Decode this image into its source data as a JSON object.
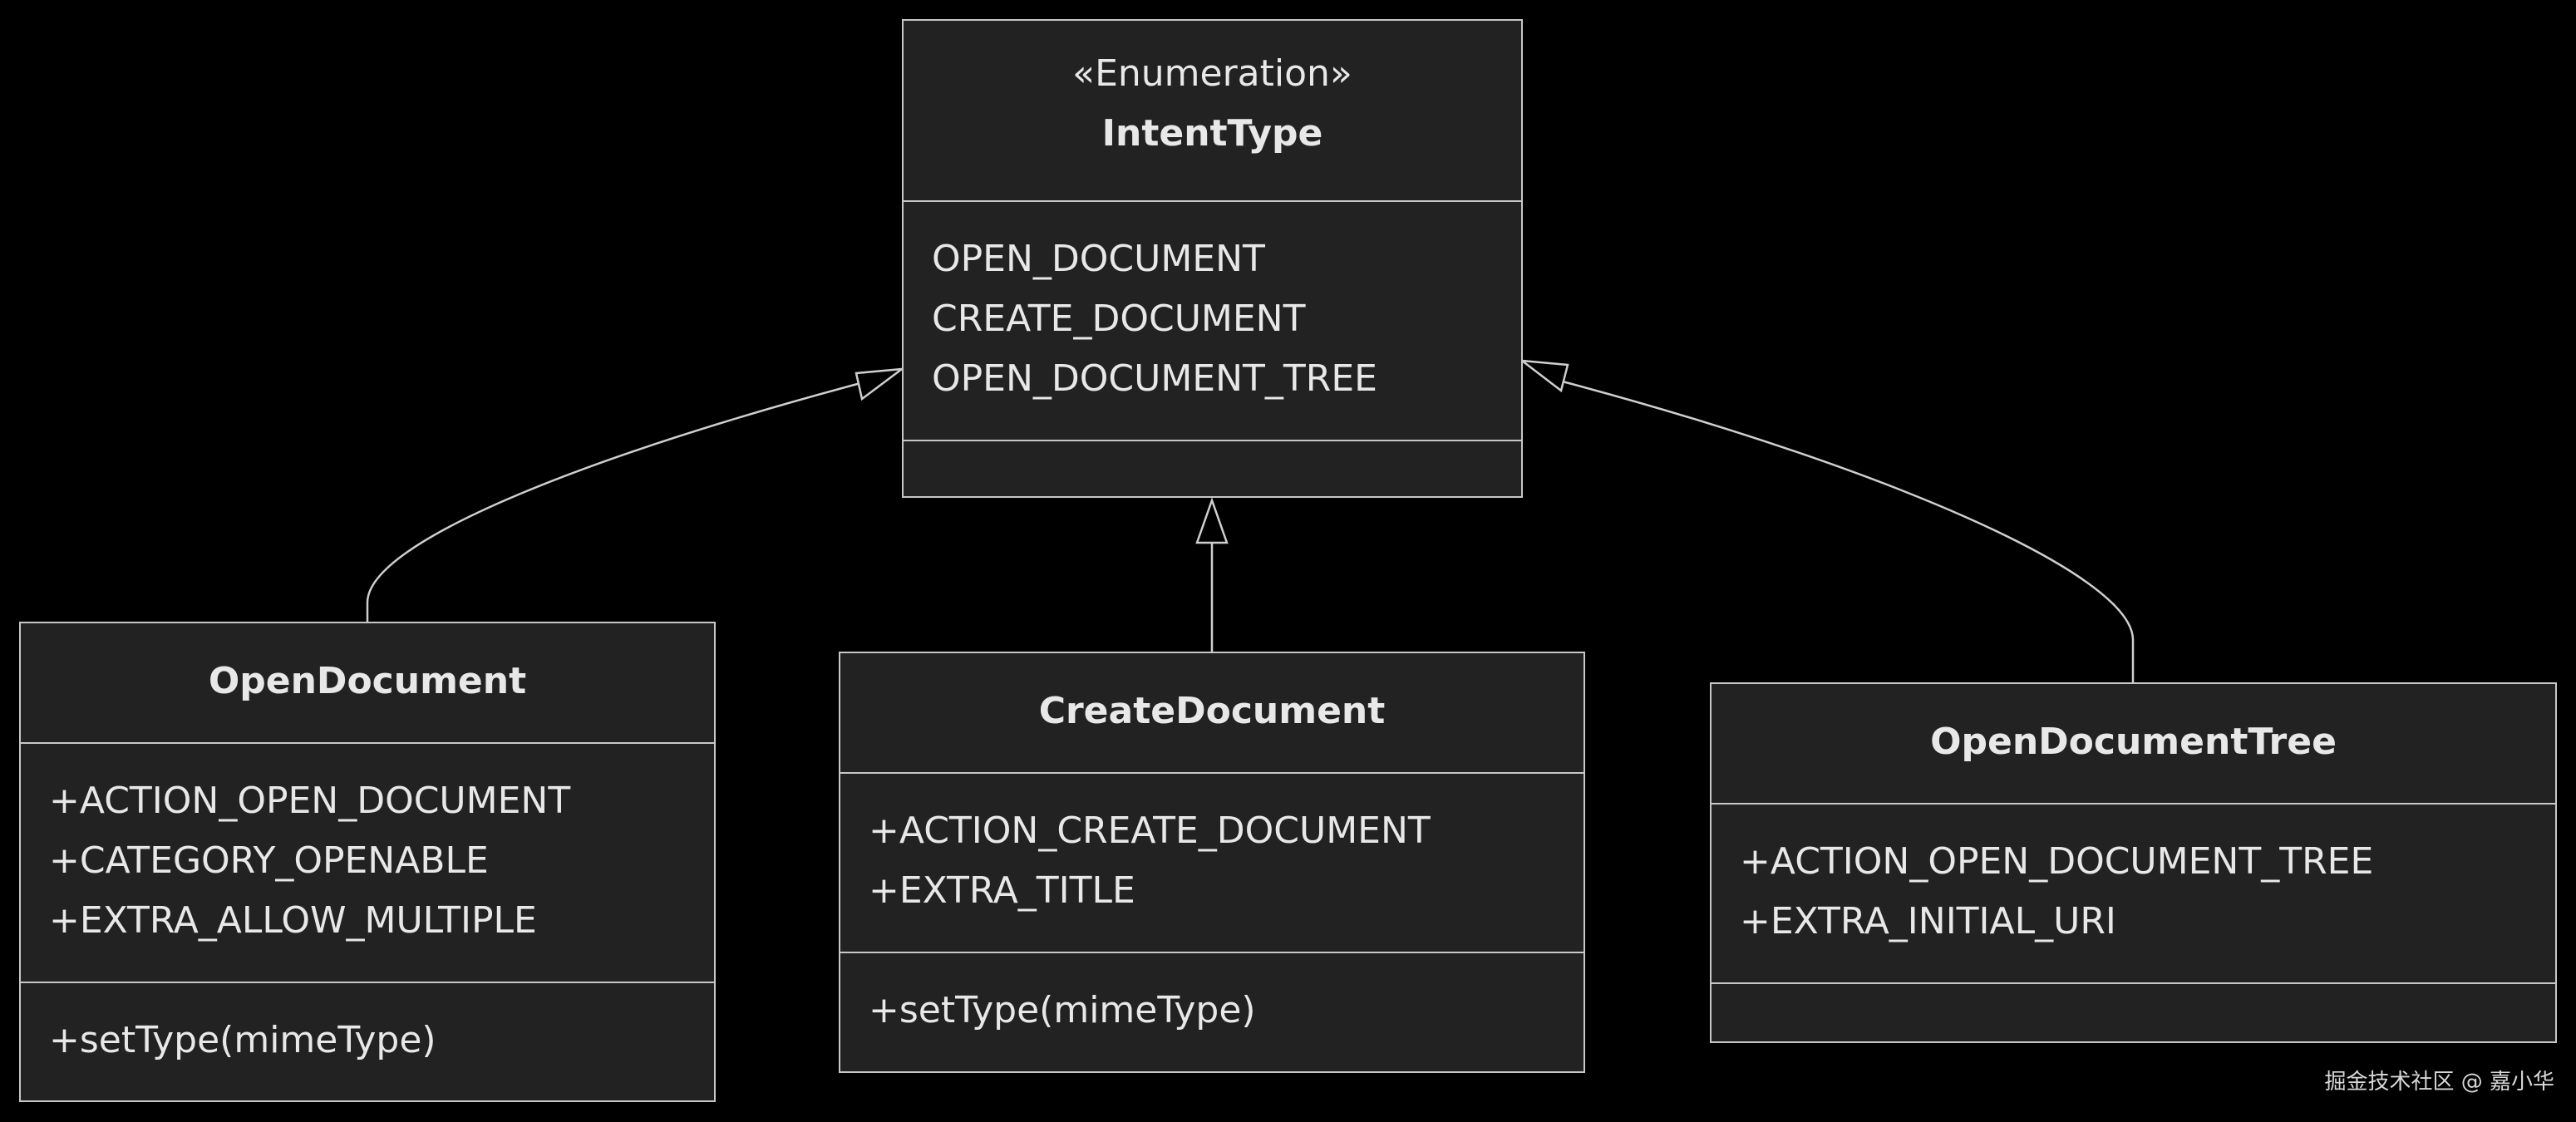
{
  "classes": {
    "intent_type": {
      "stereotype": "«Enumeration»",
      "name": "IntentType",
      "attributes": [
        "OPEN_DOCUMENT",
        "CREATE_DOCUMENT",
        "OPEN_DOCUMENT_TREE"
      ],
      "methods": []
    },
    "open_document": {
      "name": "OpenDocument",
      "attributes": [
        "+ACTION_OPEN_DOCUMENT",
        "+CATEGORY_OPENABLE",
        "+EXTRA_ALLOW_MULTIPLE"
      ],
      "methods": [
        "+setType(mimeType)"
      ]
    },
    "create_document": {
      "name": "CreateDocument",
      "attributes": [
        "+ACTION_CREATE_DOCUMENT",
        "+EXTRA_TITLE"
      ],
      "methods": [
        "+setType(mimeType)"
      ]
    },
    "open_document_tree": {
      "name": "OpenDocumentTree",
      "attributes": [
        "+ACTION_OPEN_DOCUMENT_TREE",
        "+EXTRA_INITIAL_URI"
      ],
      "methods": []
    }
  },
  "relations": [
    {
      "from": "OpenDocument",
      "to": "IntentType",
      "type": "inheritance"
    },
    {
      "from": "CreateDocument",
      "to": "IntentType",
      "type": "inheritance"
    },
    {
      "from": "OpenDocumentTree",
      "to": "IntentType",
      "type": "inheritance"
    }
  ],
  "watermark": "掘金技术社区 @ 嘉小华",
  "colors": {
    "background": "#000000",
    "box_fill": "#222222",
    "stroke": "#c8c8c8",
    "text": "#e8e8e8"
  }
}
